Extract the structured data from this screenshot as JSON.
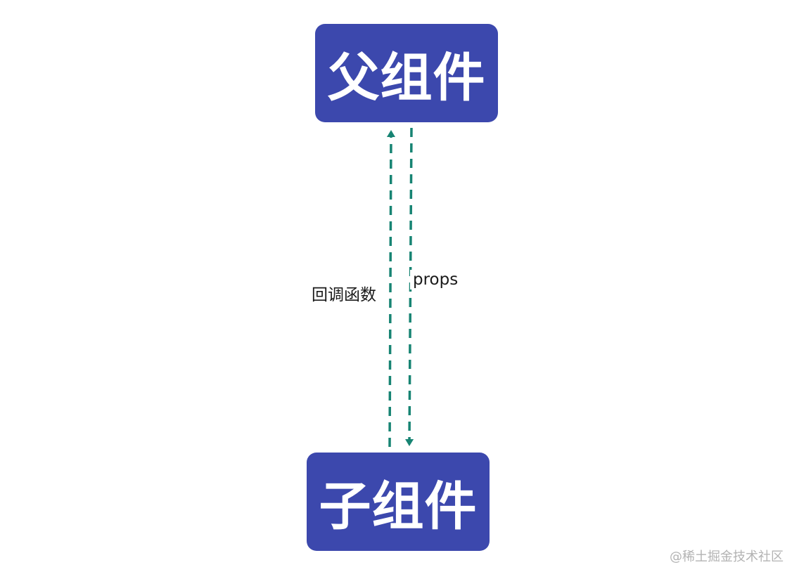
{
  "diagram": {
    "nodes": {
      "parent": "父组件",
      "child": "子组件"
    },
    "edges": {
      "callback": {
        "label": "回调函数",
        "from": "子组件",
        "to": "父组件"
      },
      "props": {
        "label": "props",
        "from": "父组件",
        "to": "子组件"
      }
    },
    "colors": {
      "node_fill": "#3c48ad",
      "node_text": "#ffffff",
      "edge": "#178473"
    }
  },
  "watermark": "@稀土掘金技术社区"
}
